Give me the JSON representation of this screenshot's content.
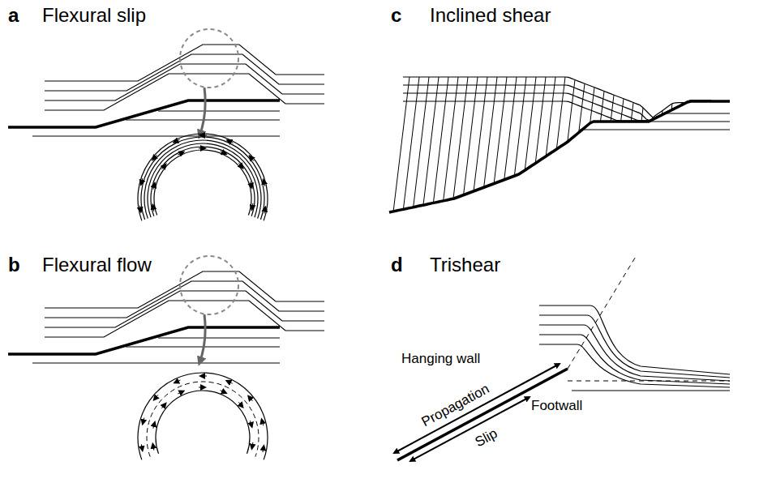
{
  "diagram": {
    "labels": [
      "a",
      "Flexural slip",
      "b",
      "Flexural flow",
      "c",
      "Inclined shear",
      "d",
      "Trishear",
      "Hanging wall",
      "Propagation",
      "Slip",
      "Footwall"
    ]
  }
}
